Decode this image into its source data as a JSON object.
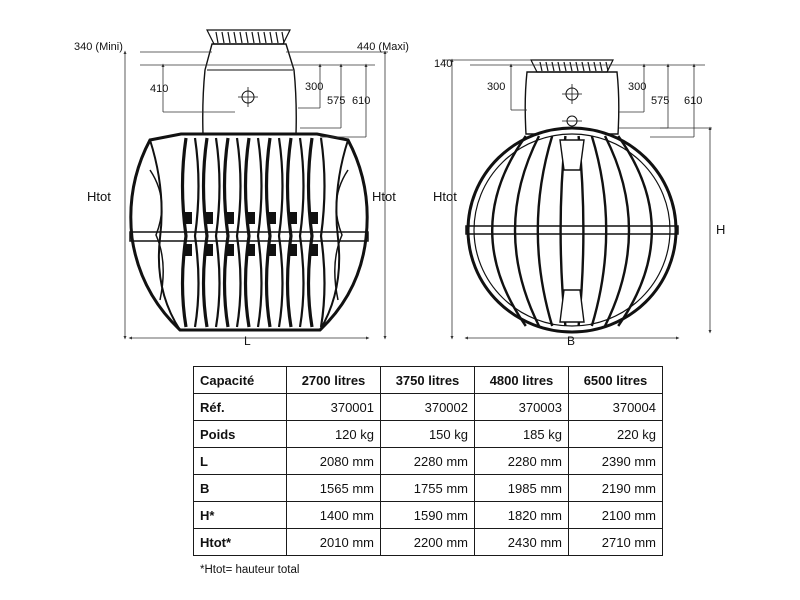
{
  "drawing": {
    "left_view": {
      "labels": {
        "mini": "340 (Mini)",
        "maxi": "440 (Maxi)",
        "d410": "410",
        "d300": "300",
        "d575": "575",
        "d610": "610",
        "htot_left": "Htot",
        "htot_right": "Htot",
        "length": "L"
      }
    },
    "right_view": {
      "labels": {
        "d140": "140",
        "d300_left": "300",
        "d300_right": "300",
        "d575": "575",
        "d610": "610",
        "htot": "Htot",
        "height": "H",
        "width": "B"
      }
    }
  },
  "table": {
    "headers": [
      "Capacité",
      "2700 litres",
      "3750 litres",
      "4800 litres",
      "6500 litres"
    ],
    "rows": [
      {
        "label": "Réf.",
        "values": [
          "370001",
          "370002",
          "370003",
          "370004"
        ]
      },
      {
        "label": "Poids",
        "values": [
          "120 kg",
          "150 kg",
          "185 kg",
          "220 kg"
        ]
      },
      {
        "label": "L",
        "values": [
          "2080 mm",
          "2280 mm",
          "2280 mm",
          "2390 mm"
        ]
      },
      {
        "label": "B",
        "values": [
          "1565 mm",
          "1755 mm",
          "1985 mm",
          "2190 mm"
        ]
      },
      {
        "label": "H*",
        "values": [
          "1400 mm",
          "1590 mm",
          "1820 mm",
          "2100 mm"
        ]
      },
      {
        "label": "Htot*",
        "values": [
          "2010 mm",
          "2200 mm",
          "2430 mm",
          "2710 mm"
        ]
      }
    ]
  },
  "footnote": "*Htot= hauteur total"
}
